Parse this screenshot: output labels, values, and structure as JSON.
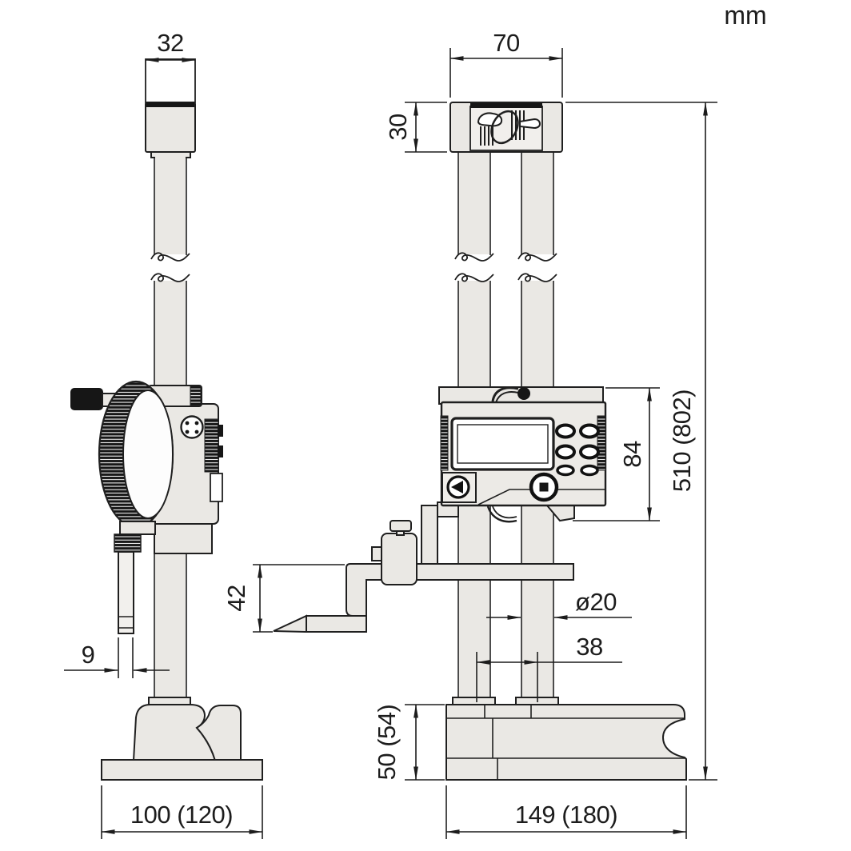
{
  "unit_label": "mm",
  "dimensions": {
    "knob_width": "32",
    "head_width": "70",
    "head_height": "30",
    "overall_height": "510 (802)",
    "display_unit_height": "84",
    "scriber_arm_height": "42",
    "column_diameter": "ø20",
    "column_spacing": "38",
    "base_height": "50 (54)",
    "scriber_tip_width": "9",
    "side_base_width": "100 (120)",
    "front_base_width": "149 (180)"
  },
  "icons": {
    "grip": "hand-grip-icon",
    "connector": "connector-dots-icon",
    "dial": "dial-indicator"
  }
}
